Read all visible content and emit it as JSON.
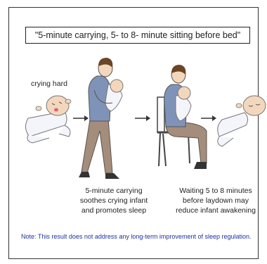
{
  "title": "\"5-minute carrying, 5- to 8- minute sitting before bed\"",
  "crying_label": "crying hard",
  "caption_carrying": [
    "5-minute carrying",
    "soothes crying infant",
    "and promotes sleep"
  ],
  "caption_sitting": [
    "Waiting 5 to 8 minutes",
    "before laydown may",
    "reduce infant awakening"
  ],
  "note": "Note: This result does not address any long-term improvement of sleep regulation.",
  "colors": {
    "note_text": "#1d2fa8",
    "shirt": "#7f93b8",
    "pants": "#a48d7a",
    "hair": "#6b4526",
    "skin": "#f3d7bd",
    "baby_suit": "#f4f5fa",
    "baby_cry_mouth": "#e4606e"
  },
  "icons": [
    "arrow-right-icon",
    "arrow-right-icon",
    "arrow-right-icon"
  ]
}
